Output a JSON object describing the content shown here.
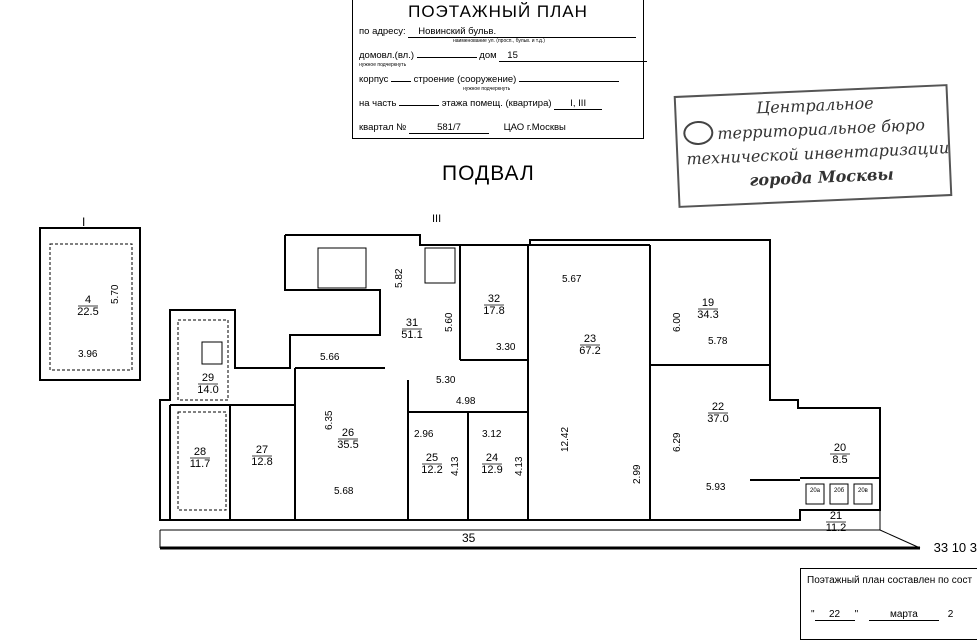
{
  "header": {
    "title": "ПОЭТАЖНЫЙ ПЛАН",
    "address_label": "по адресу:",
    "address_value": "Новинский бульв.",
    "address_hint": "наименование ул. (просп., бульв. и т.д.)",
    "domovl_label": "домовл.(вл.)",
    "dom_label": "дом",
    "dom_value": "15",
    "nuzhnoe1": "нужное подчеркнуть",
    "korpus_label": "корпус",
    "stroenie_label": "строение (сооружение)",
    "nuzhnoe2": "нужное подчеркнуть",
    "chast_label": "на часть",
    "etazh_label": "этажа помещ. (квартира)",
    "etazh_value": "I, III",
    "kvartal_label": "квартал №",
    "kvartal_value": "581/7",
    "okrug": "ЦАО г.Москвы"
  },
  "stamp": {
    "line1": "Центральное",
    "line2": "территориальное бюро",
    "line3": "технической инвентаризации",
    "line4": "города Москвы"
  },
  "floor_title": "ПОДВАЛ",
  "markers": {
    "section_i": "I",
    "section_iii": "III"
  },
  "rooms": [
    {
      "id": "r4",
      "num": "4",
      "area": "22.5"
    },
    {
      "id": "r32",
      "num": "32",
      "area": "17.8"
    },
    {
      "id": "r23",
      "num": "23",
      "area": "67.2"
    },
    {
      "id": "r19",
      "num": "19",
      "area": "34.3"
    },
    {
      "id": "r31",
      "num": "31",
      "area": "51.1"
    },
    {
      "id": "r29",
      "num": "29",
      "area": "14.0"
    },
    {
      "id": "r22",
      "num": "22",
      "area": "37.0"
    },
    {
      "id": "r26",
      "num": "26",
      "area": "35.5"
    },
    {
      "id": "r28",
      "num": "28",
      "area": "11.7"
    },
    {
      "id": "r27",
      "num": "27",
      "area": "12.8"
    },
    {
      "id": "r25",
      "num": "25",
      "area": "12.2"
    },
    {
      "id": "r24",
      "num": "24",
      "area": "12.9"
    },
    {
      "id": "r20",
      "num": "20",
      "area": "8.5"
    },
    {
      "id": "r21",
      "num": "21",
      "area": "11.2"
    }
  ],
  "dims": [
    "5.70",
    "3.96",
    "5.82",
    "5.60",
    "3.30",
    "5.67",
    "6.00",
    "5.78",
    "5.66",
    "5.30",
    "4.98",
    "6.35",
    "12.42",
    "6.29",
    "2.96",
    "3.12",
    "4.13",
    "4.13",
    "2.99",
    "5.93",
    "5.68",
    "35"
  ],
  "wc_labels": [
    "20а",
    "20б",
    "20в"
  ],
  "side_text": "33 10 3",
  "bottom_box": {
    "line1": "Поэтажный план составлен по сост",
    "day": "22",
    "month": "марта",
    "year_start": "2"
  }
}
